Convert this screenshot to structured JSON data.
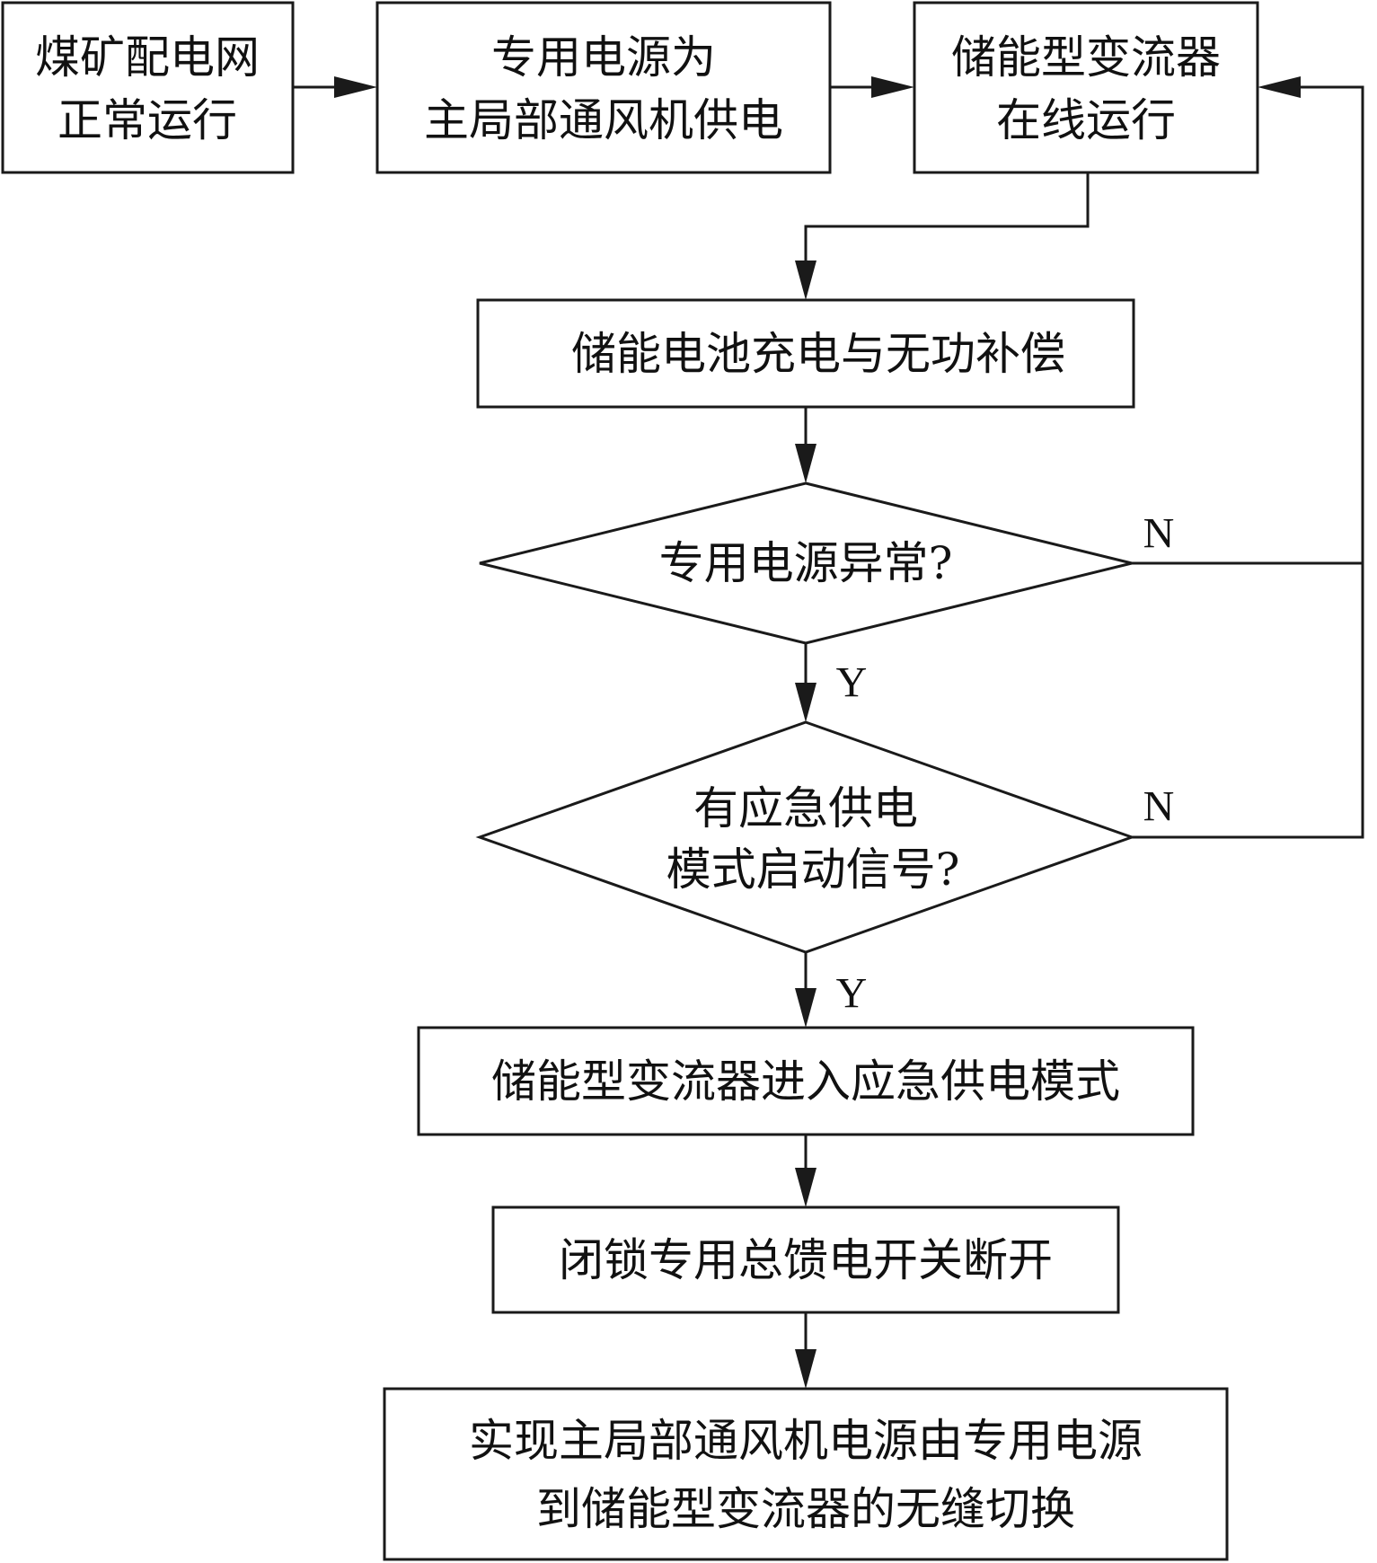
{
  "nodes": {
    "grid_normal": {
      "line1": "煤矿配电网",
      "line2": "正常运行"
    },
    "dedicated_supply": {
      "line1": "专用电源为",
      "line2": "主局部通风机供电"
    },
    "converter_online": {
      "line1": "储能型变流器",
      "line2": "在线运行"
    },
    "battery_charge": {
      "text": "储能电池充电与无功补偿"
    },
    "supply_abnormal": {
      "text": "专用电源异常?"
    },
    "emergency_signal": {
      "line1": "有应急供电",
      "line2": "模式启动信号?"
    },
    "emergency_mode": {
      "text": "储能型变流器进入应急供电模式"
    },
    "lock_switch": {
      "text": "闭锁专用总馈电开关断开"
    },
    "seamless_switch": {
      "line1": "实现主局部通风机电源由专用电源",
      "line2": "到储能型变流器的无缝切换"
    }
  },
  "labels": {
    "abnormal_no": "N",
    "abnormal_yes": "Y",
    "signal_no": "N",
    "signal_yes": "Y"
  }
}
